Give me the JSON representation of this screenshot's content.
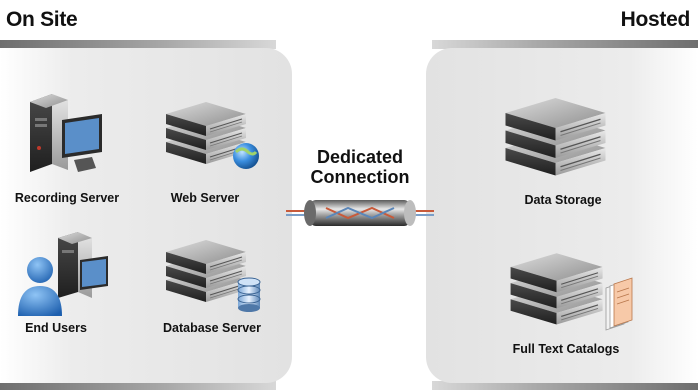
{
  "headings": {
    "on_site": "On Site",
    "hosted": "Hosted"
  },
  "on_site": {
    "recording_server": "Recording Server",
    "web_server": "Web Server",
    "end_users": "End Users",
    "database_server": "Database Server"
  },
  "connection": {
    "line1": "Dedicated",
    "line2": "Connection"
  },
  "hosted": {
    "data_storage": "Data Storage",
    "full_text_catalogs": "Full Text Catalogs"
  },
  "colors": {
    "panel": "#e4e4e4",
    "server_body": "#3a3a3a",
    "globe": "#2f7fd0",
    "user": "#2f7fd0",
    "cable": "#c85a3a"
  }
}
